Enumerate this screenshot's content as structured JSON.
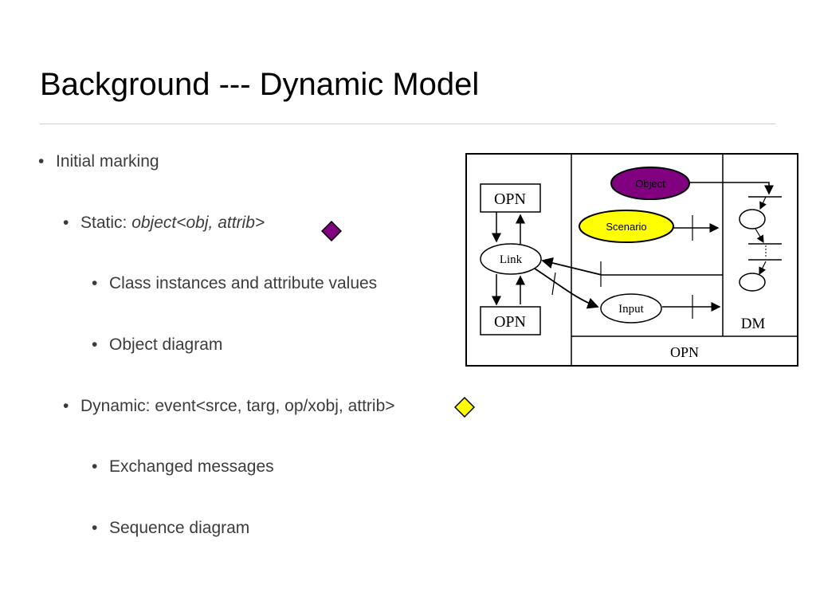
{
  "slide": {
    "title": "Background --- Dynamic Model",
    "bullets": {
      "initial_marking": "Initial marking",
      "static_prefix": "Static: ",
      "static_italic": "object<obj, attrib>",
      "class_instances": "Class instances and attribute values",
      "object_diagram": "Object diagram",
      "dynamic": "Dynamic: event<srce, targ, op/xobj, attrib>",
      "exchanged": "Exchanged messages",
      "sequence": "Sequence diagram"
    },
    "bullet_char": "•"
  },
  "diagram": {
    "opn_top": "OPN",
    "opn_bottom": "OPN",
    "link": "Link",
    "input": "Input",
    "object": "Object",
    "scenario": "Scenario",
    "dm": "DM",
    "opn_footer": "OPN"
  },
  "colors": {
    "object_fill": "#800080",
    "scenario_fill": "#ffff00",
    "static_diamond": "#800080",
    "dynamic_diamond": "#ffff00"
  }
}
